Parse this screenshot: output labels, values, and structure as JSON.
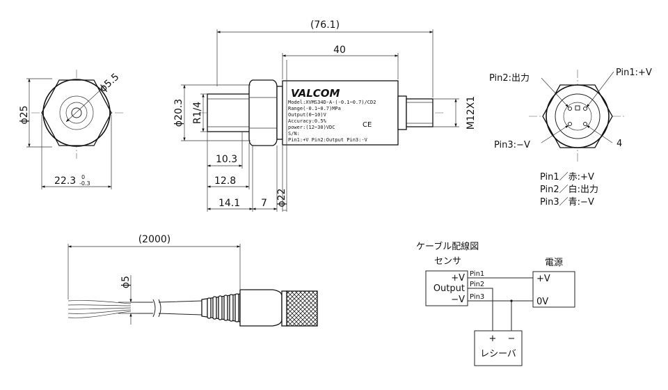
{
  "front_view": {
    "dia_body": "ϕ25",
    "dia_hole": "ϕ5.5",
    "hex_width": "22.3",
    "hex_tol_upper": "0",
    "hex_tol_lower": "-0.3"
  },
  "side_view": {
    "overall_length": "(76.1)",
    "body_length": "40",
    "dia_thread_root": "ϕ20.3",
    "thread_spec": "R1/4",
    "connector_thread": "M12X1",
    "dim_thread": "10.3",
    "dim_thread_b": "12.8",
    "dim_thread_c": "14.1",
    "dim_hex_w": "7",
    "dia_body": "ϕ22",
    "label": {
      "brand": "VALCOM",
      "model": "Model:XVMS34D-A-(-0.1~0.7)/CD2",
      "range": "Range(-0.1~0.7)MPa",
      "output": "Output(0~10)V",
      "accuracy": "Accuracy:0.5%",
      "power": "power:(12~30)VDC",
      "ce": "CE",
      "serial": "S/N:",
      "pins": "Pin1:+V  Pin2:Output  Pin3:-V"
    }
  },
  "connector_view": {
    "pin2": "Pin2:出力",
    "pin1": "Pin1:+V",
    "pin3": "Pin3:−V",
    "pin4": "4",
    "legend": [
      "Pin1／赤:+V",
      "Pin2／白:出力",
      "Pin3／青:−V"
    ]
  },
  "cable_view": {
    "length": "(2000)",
    "dia": "ϕ5"
  },
  "wiring": {
    "title": "ケーブル配線図",
    "sensor_title": "センサ",
    "sensor_plus": "+V",
    "sensor_output": "Output",
    "sensor_minus": "−V",
    "pin1": "Pin1",
    "pin2": "Pin2",
    "pin3": "Pin3",
    "power_title": "電源",
    "power_plus": "+V",
    "power_zero": "0V",
    "receiver_plus": "+",
    "receiver_minus": "−",
    "receiver": "レシーバ"
  }
}
